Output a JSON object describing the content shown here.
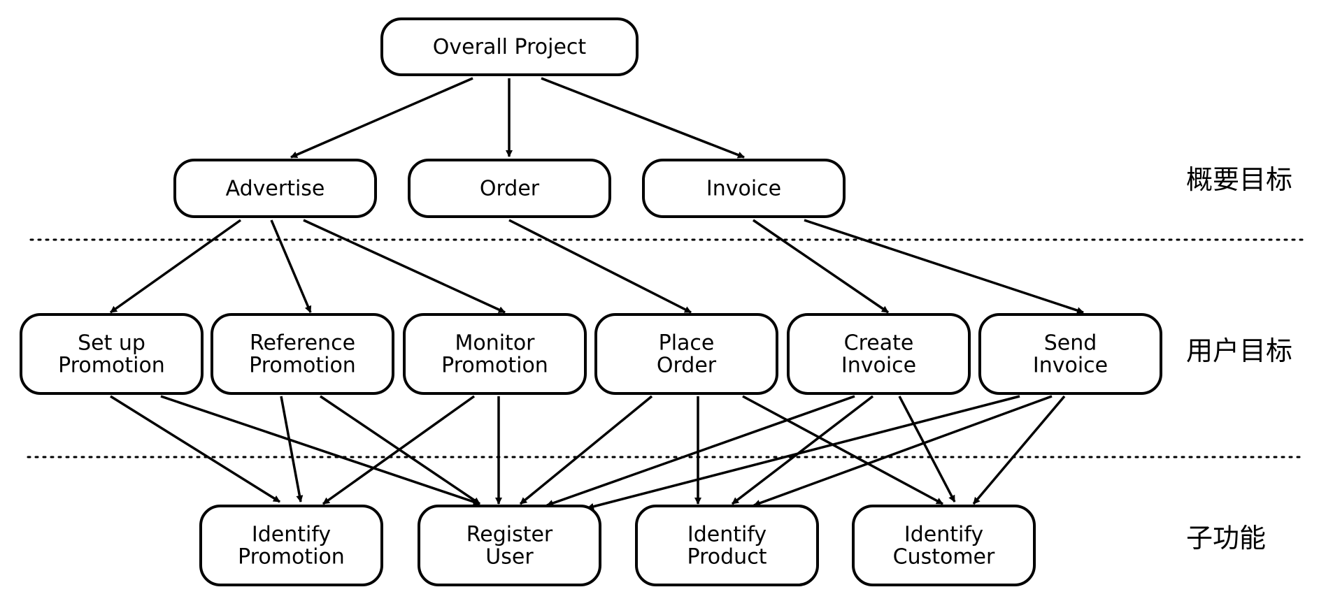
{
  "nodes": {
    "overall": {
      "lines": [
        "Overall Project"
      ]
    },
    "advertise": {
      "lines": [
        "Advertise"
      ]
    },
    "order": {
      "lines": [
        "Order"
      ]
    },
    "invoice": {
      "lines": [
        "Invoice"
      ]
    },
    "setup_promotion": {
      "lines": [
        "Set up",
        "Promotion"
      ]
    },
    "reference_promotion": {
      "lines": [
        "Reference",
        "Promotion"
      ]
    },
    "monitor_promotion": {
      "lines": [
        "Monitor",
        "Promotion"
      ]
    },
    "place_order": {
      "lines": [
        "Place",
        "Order"
      ]
    },
    "create_invoice": {
      "lines": [
        "Create",
        "Invoice"
      ]
    },
    "send_invoice": {
      "lines": [
        "Send",
        "Invoice"
      ]
    },
    "identify_promotion": {
      "lines": [
        "Identify",
        "Promotion"
      ]
    },
    "register_user": {
      "lines": [
        "Register",
        "User"
      ]
    },
    "identify_product": {
      "lines": [
        "Identify",
        "Product"
      ]
    },
    "identify_customer": {
      "lines": [
        "Identify",
        "Customer"
      ]
    }
  },
  "level_labels": {
    "summary": "概要目标",
    "user": "用户目标",
    "subfunction": "子功能"
  },
  "edges": [
    [
      "overall",
      "advertise"
    ],
    [
      "overall",
      "order"
    ],
    [
      "overall",
      "invoice"
    ],
    [
      "advertise",
      "setup_promotion"
    ],
    [
      "advertise",
      "reference_promotion"
    ],
    [
      "advertise",
      "monitor_promotion"
    ],
    [
      "order",
      "place_order"
    ],
    [
      "invoice",
      "create_invoice"
    ],
    [
      "invoice",
      "send_invoice"
    ],
    [
      "setup_promotion",
      "identify_promotion"
    ],
    [
      "setup_promotion",
      "register_user"
    ],
    [
      "reference_promotion",
      "identify_promotion"
    ],
    [
      "reference_promotion",
      "register_user"
    ],
    [
      "monitor_promotion",
      "identify_promotion"
    ],
    [
      "monitor_promotion",
      "register_user"
    ],
    [
      "place_order",
      "register_user"
    ],
    [
      "place_order",
      "identify_product"
    ],
    [
      "place_order",
      "identify_customer"
    ],
    [
      "create_invoice",
      "register_user"
    ],
    [
      "create_invoice",
      "identify_product"
    ],
    [
      "create_invoice",
      "identify_customer"
    ],
    [
      "send_invoice",
      "register_user"
    ],
    [
      "send_invoice",
      "identify_product"
    ],
    [
      "send_invoice",
      "identify_customer"
    ]
  ]
}
